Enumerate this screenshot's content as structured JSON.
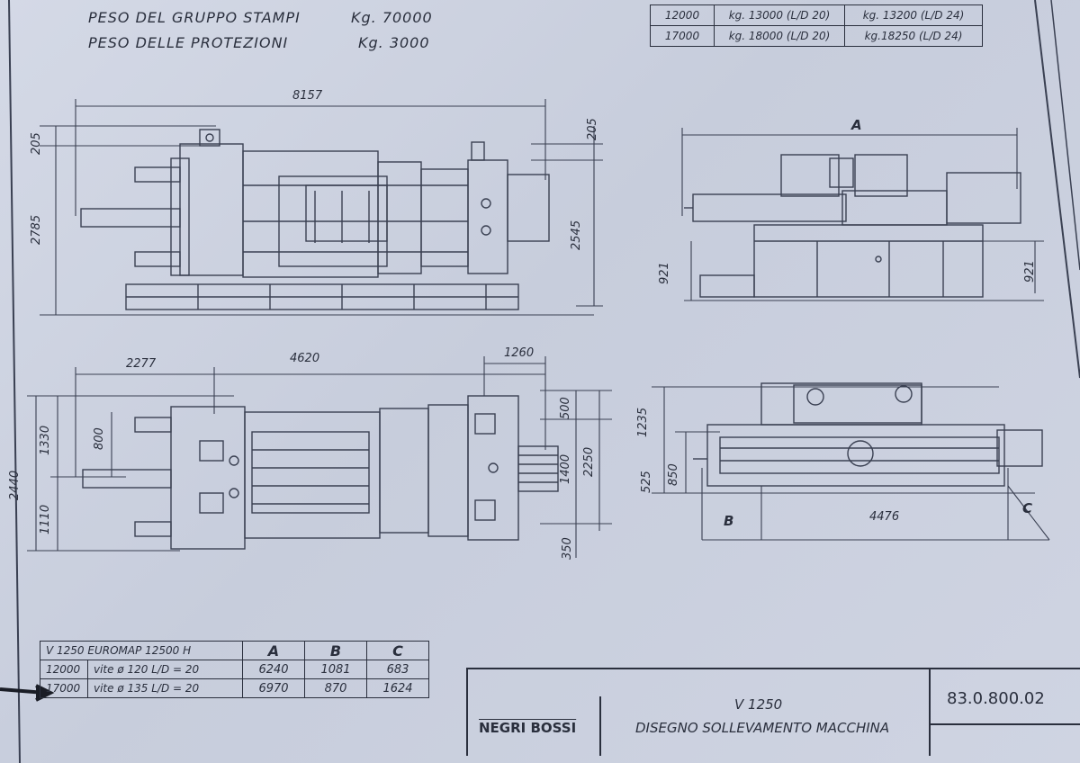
{
  "header": {
    "mold_weight_label": "PESO DEL GRUPPO STAMPI",
    "mold_weight_value": "Kg. 70000",
    "guard_weight_label": "PESO DELLE PROTEZIONI",
    "guard_weight_value": "Kg. 3000"
  },
  "weight_table": {
    "rows": [
      [
        "12000",
        "kg. 13000 (L/D 20)",
        "kg. 13200 (L/D 24)"
      ],
      [
        "17000",
        "kg. 18000 (L/D 20)",
        "kg.18250 (L/D 24)"
      ]
    ]
  },
  "side_view": {
    "length": "8157",
    "top_offset_left": "205",
    "top_offset_right": "205",
    "height_left": "2785",
    "height_right": "2545"
  },
  "top_view": {
    "seg1": "2277",
    "seg2": "4620",
    "seg3": "1260",
    "left_total": "2440",
    "left_upper": "1330",
    "left_lower": "1110",
    "left_inner": "800",
    "right_top": "500",
    "right_mid": "1400",
    "right_total": "2250",
    "right_bottom": "350"
  },
  "end_view": {
    "label_a": "A",
    "height_left": "921",
    "height_right": "921"
  },
  "injection_view": {
    "h_total": "1235",
    "h_lower": "525",
    "h_inner": "850",
    "label_b": "B",
    "length": "4476",
    "label_c": "C"
  },
  "dims_table": {
    "title": "V 1250 EUROMAP 12500 H",
    "headers": [
      "A",
      "B",
      "C"
    ],
    "rows": [
      {
        "id": "12000",
        "desc": "vite ø 120 L/D = 20",
        "a": "6240",
        "b": "1081",
        "c": "683"
      },
      {
        "id": "17000",
        "desc": "vite ø 135 L/D = 20",
        "a": "6970",
        "b": "870",
        "c": "1624"
      }
    ]
  },
  "title_block": {
    "company": "NEGRI BOSSI",
    "model": "V 1250",
    "description": "DISEGNO SOLLEVAMENTO MACCHINA",
    "drawing_number": "83.0.800.02"
  }
}
